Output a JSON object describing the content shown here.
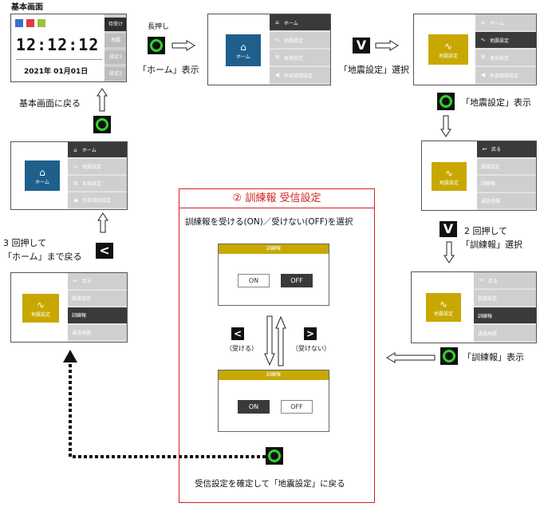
{
  "base_label": "基本画面",
  "base_screen": {
    "icons": [
      "status-blue-icon",
      "status-red-icon",
      "status-green-icon"
    ],
    "time": "12:12:12",
    "date": "2021年 01月01日",
    "side_buttons": [
      "待受け",
      "地震",
      "設定1",
      "設定2"
    ]
  },
  "menu_home": [
    {
      "icon": "home-icon",
      "glyph": "⌂",
      "label": "ホーム"
    },
    {
      "icon": "quake-wave-icon",
      "glyph": "∿",
      "label": "地震設定"
    },
    {
      "icon": "wrench-icon",
      "glyph": "⚒",
      "label": "本体設定"
    },
    {
      "icon": "speaker-icon",
      "glyph": "◀",
      "label": "外部接続設定"
    }
  ],
  "menu_quake": [
    {
      "icon": "back-icon",
      "glyph": "↩",
      "label": "戻る"
    },
    {
      "label": "震度設定"
    },
    {
      "label": "訓練報"
    },
    {
      "label": "通過地震"
    }
  ],
  "tile_home": "ホーム",
  "tile_quake": "地震設定",
  "steps": {
    "long_press": "長押し",
    "home_display": "「ホーム」表示",
    "select_quake": "「地震設定」選択",
    "quake_display": "「地震設定」表示",
    "press2": "2 回押して",
    "select_training": "「訓練報」選択",
    "training_display": "「訓練報」表示",
    "press3": "3 回押して",
    "back_home": "「ホーム」まで戻る",
    "back_base": "基本画面に戻る"
  },
  "keys": {
    "ok": "○",
    "down": "V",
    "left": "<",
    "right": ">"
  },
  "panel": {
    "title": "② 訓練報 受信設定",
    "instruction": "訓練報を受ける(ON)／受けない(OFF)を選択",
    "dialog_title": "訓練報",
    "on": "ON",
    "off": "OFF",
    "receive": "（受ける）",
    "not_receive": "（受けない）",
    "confirm": "受信設定を確定して「地震設定」に戻る"
  },
  "colors": {
    "panel_border": "#d42020",
    "tile_blue": "#1f5f8b",
    "tile_gold": "#c8a800",
    "ok_ring": "#2fd12f"
  }
}
